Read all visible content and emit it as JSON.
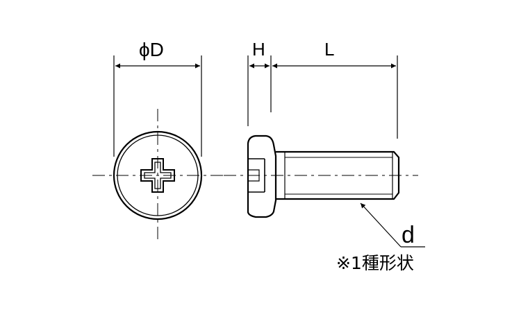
{
  "labels": {
    "head_diameter": "ϕD",
    "head_height": "H",
    "length": "L",
    "thread_diameter": "d",
    "note": "※1種形状"
  },
  "colors": {
    "line": "#000000",
    "background": "#ffffff"
  }
}
